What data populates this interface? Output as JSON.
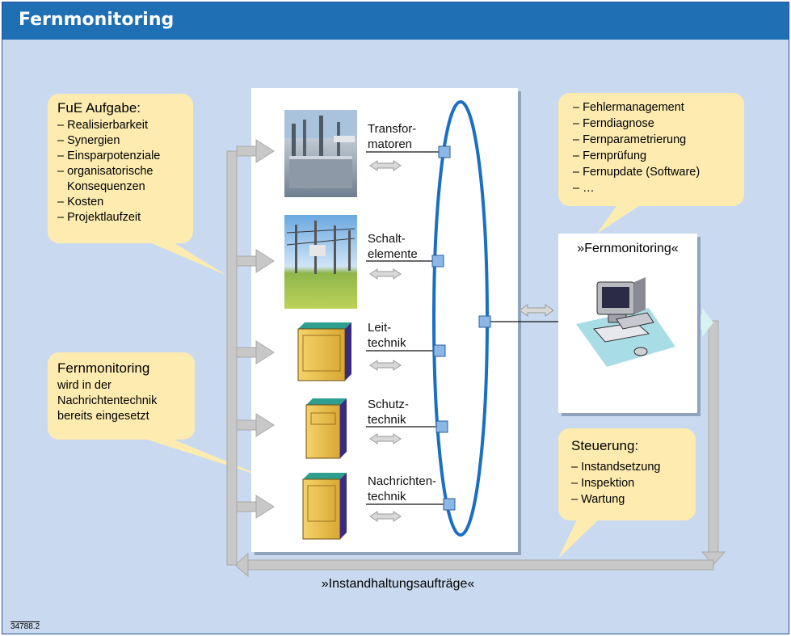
{
  "header": {
    "title": "Fernmonitoring"
  },
  "components": [
    {
      "label_line1": "Transfor-",
      "label_line2": "matoren",
      "image": "transformer-photo"
    },
    {
      "label_line1": "Schalt-",
      "label_line2": "elemente",
      "image": "switchgear-photo"
    },
    {
      "label_line1": "Leit-",
      "label_line2": "technik",
      "image": "cabinet-icon"
    },
    {
      "label_line1": "Schutz-",
      "label_line2": "technik",
      "image": "cabinet-icon"
    },
    {
      "label_line1": "Nachrichten-",
      "label_line2": "technik",
      "image": "cabinet-icon"
    }
  ],
  "callouts": {
    "fue": {
      "title": "FuE Aufgabe:",
      "items": [
        "– Realisierbarkeit",
        "– Synergien",
        "– Einsparpotenziale",
        "– organisatorische",
        "   Konsequenzen",
        "– Kosten",
        "– Projektlaufzeit"
      ]
    },
    "fernmonitoring": {
      "title": "Fernmonitoring",
      "desc_lines": [
        "wird in der",
        "Nachrichtentechnik",
        "bereits eingesetzt"
      ]
    },
    "top_right": {
      "items": [
        "– Fehlermanagement",
        "– Ferndiagnose",
        "– Fernparametrierung",
        "– Fernprüfung",
        "– Fernupdate (Software)",
        "– …"
      ]
    },
    "steuerung": {
      "title": "Steuerung:",
      "items": [
        "– Instandsetzung",
        "– Inspektion",
        "– Wartung"
      ]
    }
  },
  "monitor_box": {
    "title": "»Fernmonitoring«",
    "image": "computer-icon"
  },
  "bottom_label": "»Instandhaltungsaufträge«",
  "doc_number": "34788.2",
  "colors": {
    "header": "#1f6fb5",
    "background": "#c9daf0",
    "callout": "#fdebb0",
    "ring": "#1a6fc2",
    "arrow": "#c8c8c8",
    "node": "#8ab7e6"
  }
}
